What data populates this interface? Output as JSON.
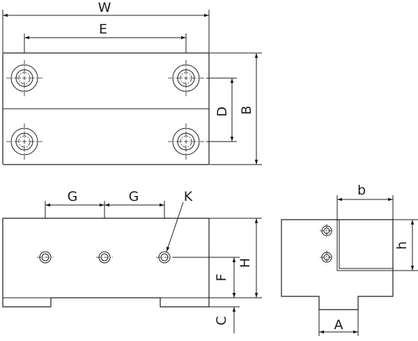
{
  "drawing": {
    "stroke_color": "#1a1a1a",
    "background_color": "#ffffff"
  },
  "labels": {
    "W": "W",
    "E": "E",
    "D": "D",
    "B": "B",
    "G1": "G",
    "G2": "G",
    "K": "K",
    "H": "H",
    "F": "F",
    "C": "C",
    "b": "b",
    "h": "h",
    "A": "A"
  }
}
